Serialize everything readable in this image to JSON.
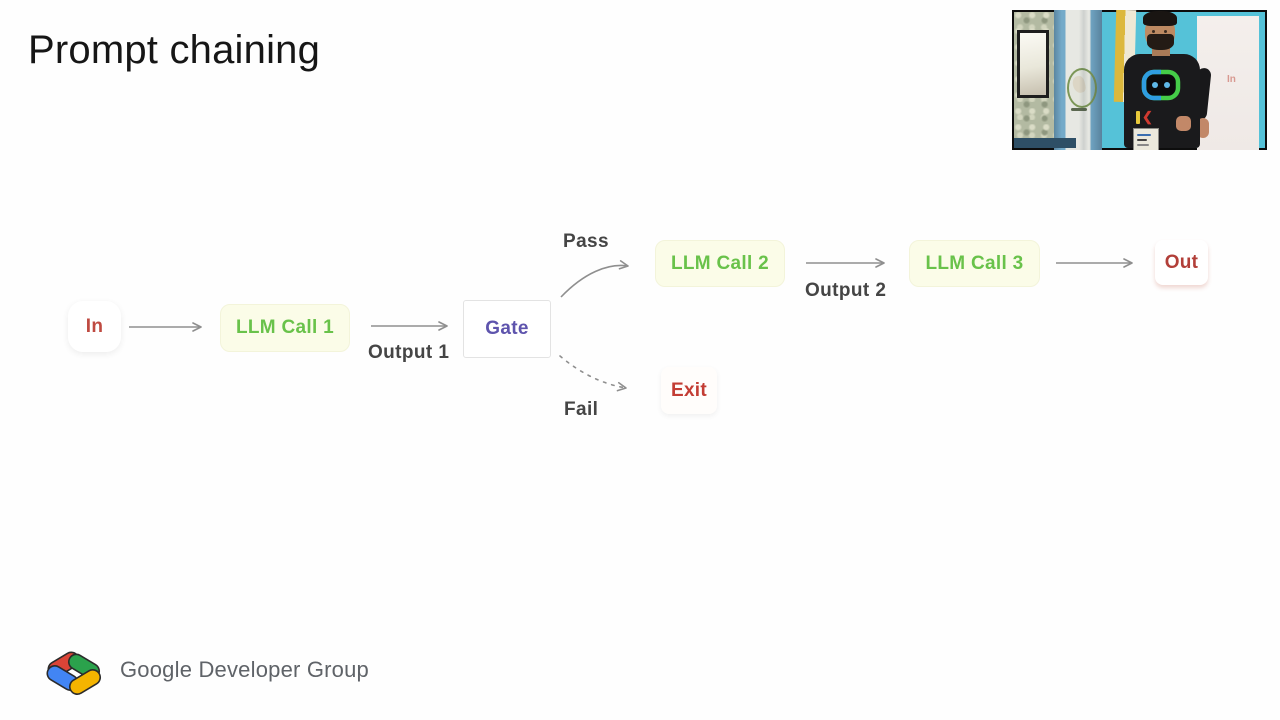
{
  "slide": {
    "title": "Prompt chaining"
  },
  "diagram": {
    "nodes": [
      {
        "id": "in",
        "label": "In"
      },
      {
        "id": "llm-call-1",
        "label": "LLM Call 1"
      },
      {
        "id": "gate",
        "label": "Gate"
      },
      {
        "id": "llm-call-2",
        "label": "LLM Call 2"
      },
      {
        "id": "llm-call-3",
        "label": "LLM Call 3"
      },
      {
        "id": "out",
        "label": "Out"
      },
      {
        "id": "exit",
        "label": "Exit"
      }
    ],
    "labels": {
      "output1": "Output 1",
      "pass": "Pass",
      "output2": "Output 2",
      "fail": "Fail"
    },
    "colors": {
      "node_green_text": "#69c24a",
      "node_green_bg": "#fbfce8",
      "in_text": "#bf4a41",
      "gate_text": "#5e54ad",
      "out_text": "#b23f39",
      "exit_text": "#c33d34",
      "arrow": "#8f8f8f",
      "edge_label_text": "#454545"
    }
  },
  "video": {
    "screen_text": "In"
  },
  "footer": {
    "text": "Google Developer Group",
    "logo_colors": {
      "red": "#DB4437",
      "blue": "#4285F4",
      "green": "#2BA24C",
      "yellow": "#F4B400"
    }
  }
}
